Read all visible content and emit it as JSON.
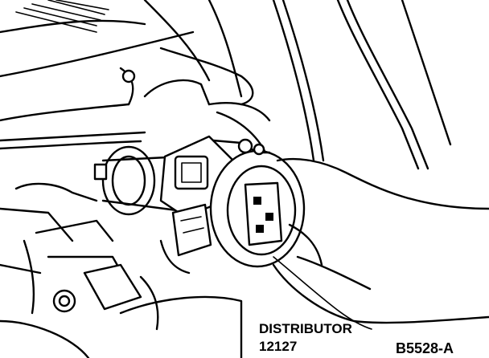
{
  "diagram": {
    "label_part_name": "DISTRIBUTOR",
    "label_part_number": "12127",
    "figure_code": "B5528-A",
    "colors": {
      "line": "#000000",
      "background": "#ffffff"
    }
  }
}
